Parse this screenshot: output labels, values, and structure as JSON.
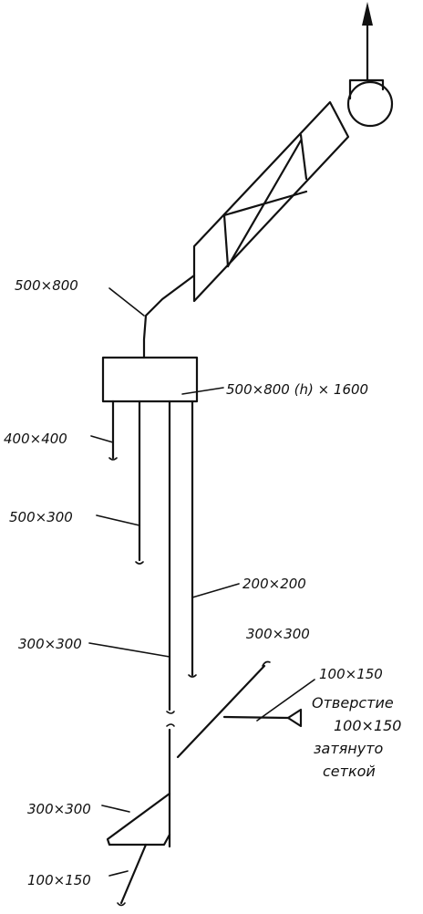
{
  "labels": {
    "main_duct": "500×800",
    "box": "500×800 (h) × 1600",
    "branch_a": "400×400",
    "branch_b": "500×300",
    "branch_c": "200×200",
    "branch_d": "300×300",
    "top_right": "300×300",
    "side": "100×150",
    "opening": [
      "Отверстие",
      "100×150",
      "затянуто",
      "сеткой"
    ],
    "bottom_left": "300×300",
    "bottom": "100×150"
  }
}
